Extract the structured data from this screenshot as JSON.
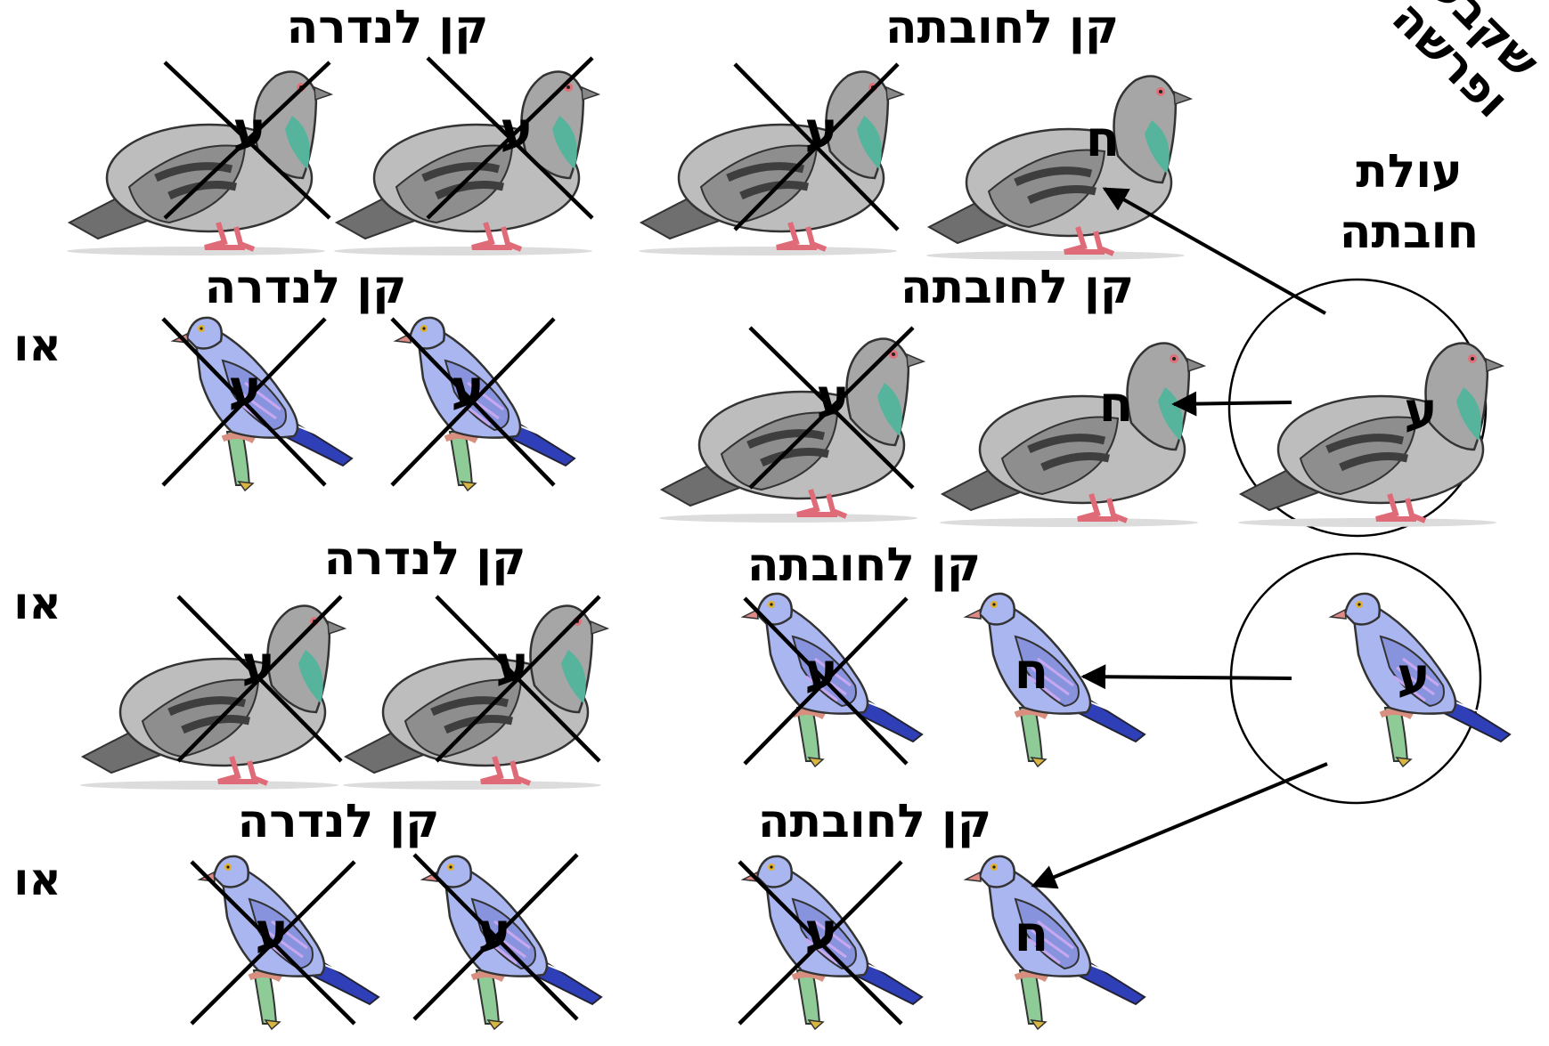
{
  "labels": {
    "nest_obligation": "קן לחובתה",
    "nest_vow": "קן לנדרה",
    "or": "או",
    "burnt_offering_line1": "עולת",
    "burnt_offering_line2": "חובתה",
    "corner_line1": "שקבע",
    "corner_line2": "ופרשה",
    "letter_olah": "ע",
    "letter_chatat": "ח"
  },
  "birds": {
    "pigeon_colors": {
      "body": "#b7b7b7",
      "wing": "#8f8f8f",
      "tail": "#707070",
      "neck": "#5fb59a",
      "feet": "#e9707d"
    },
    "turtledove_colors": {
      "body": "#a9b5ee",
      "wing": "#8c97e0",
      "tail": "#2f3fb8",
      "perch": "#7fc28e",
      "band": "#e39a88"
    }
  },
  "rows": [
    {
      "left_group": "pigeon",
      "left_heading": "קן לנדרה",
      "right_heading": "קן לחובתה",
      "source_circle": "none"
    },
    {
      "left_group": "turtledove",
      "left_heading": "קן לנדרה",
      "right_heading": "קן לחובתה",
      "source_circle": "pigeon"
    },
    {
      "left_group": "pigeon",
      "left_heading": "קן לנדרה",
      "right_heading": "קן לחובתה",
      "source_circle": "turtledove"
    },
    {
      "left_group": "turtledove",
      "left_heading": "קן לנדרה",
      "right_heading": "קן לחובתה",
      "source_circle": "none"
    }
  ]
}
